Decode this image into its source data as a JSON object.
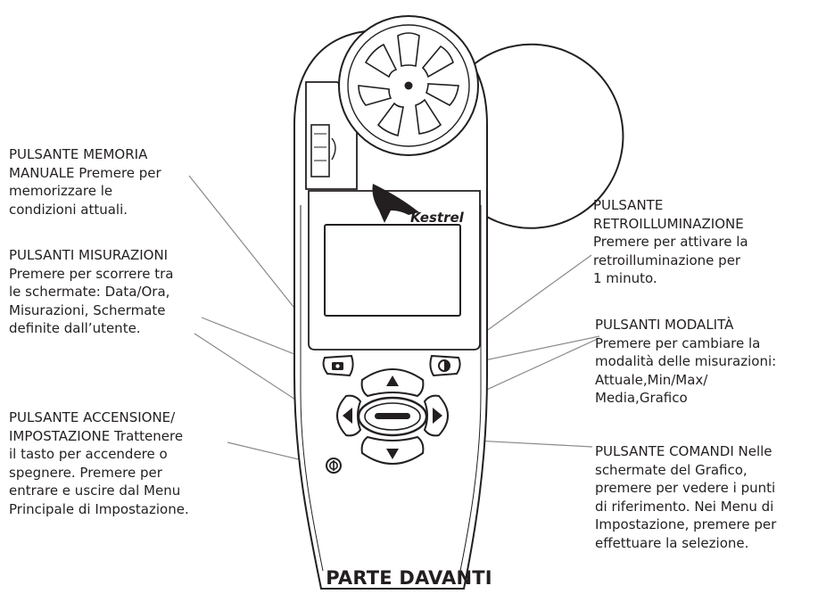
{
  "diagram": {
    "caption": "PARTE DAVANTI",
    "brand": "Kestrel",
    "callouts": {
      "memory": "PULSANTE MEMORIA\nMANUALE Premere per\nmemorizzare le\ncondizioni attuali.",
      "measurements": "PULSANTI MISURAZIONI\nPremere per scorrere tra\nle schermate: Data/Ora,\nMisurazioni, Schermate\ndefinite dall’utente.",
      "power": "PULSANTE ACCENSIONE/\nIMPOSTAZIONE Trattenere\nil tasto per accendere o\nspegnere. Premere per\nentrare e uscire dal Menu\nPrincipale di Impostazione.",
      "backlight": "PULSANTE\nRETROILLUMINAZIONE\nPremere per attivare la\nretroilluminazione per\n1 minuto.",
      "modes": "PULSANTI MODALITÀ\nPremere per cambiare la\nmodalità delle misurazioni:\nAttuale,Min/Max/\nMedia,Grafico",
      "commands": "PULSANTE COMANDI Nelle\nschermate del Grafico,\npremere per vedere i punti\ndi riferimento.  Nei Menu di\nImpostazione, premere per\neffettuare la selezione."
    }
  },
  "colors": {
    "ink": "#231f20",
    "line": "#8a8a8a"
  }
}
